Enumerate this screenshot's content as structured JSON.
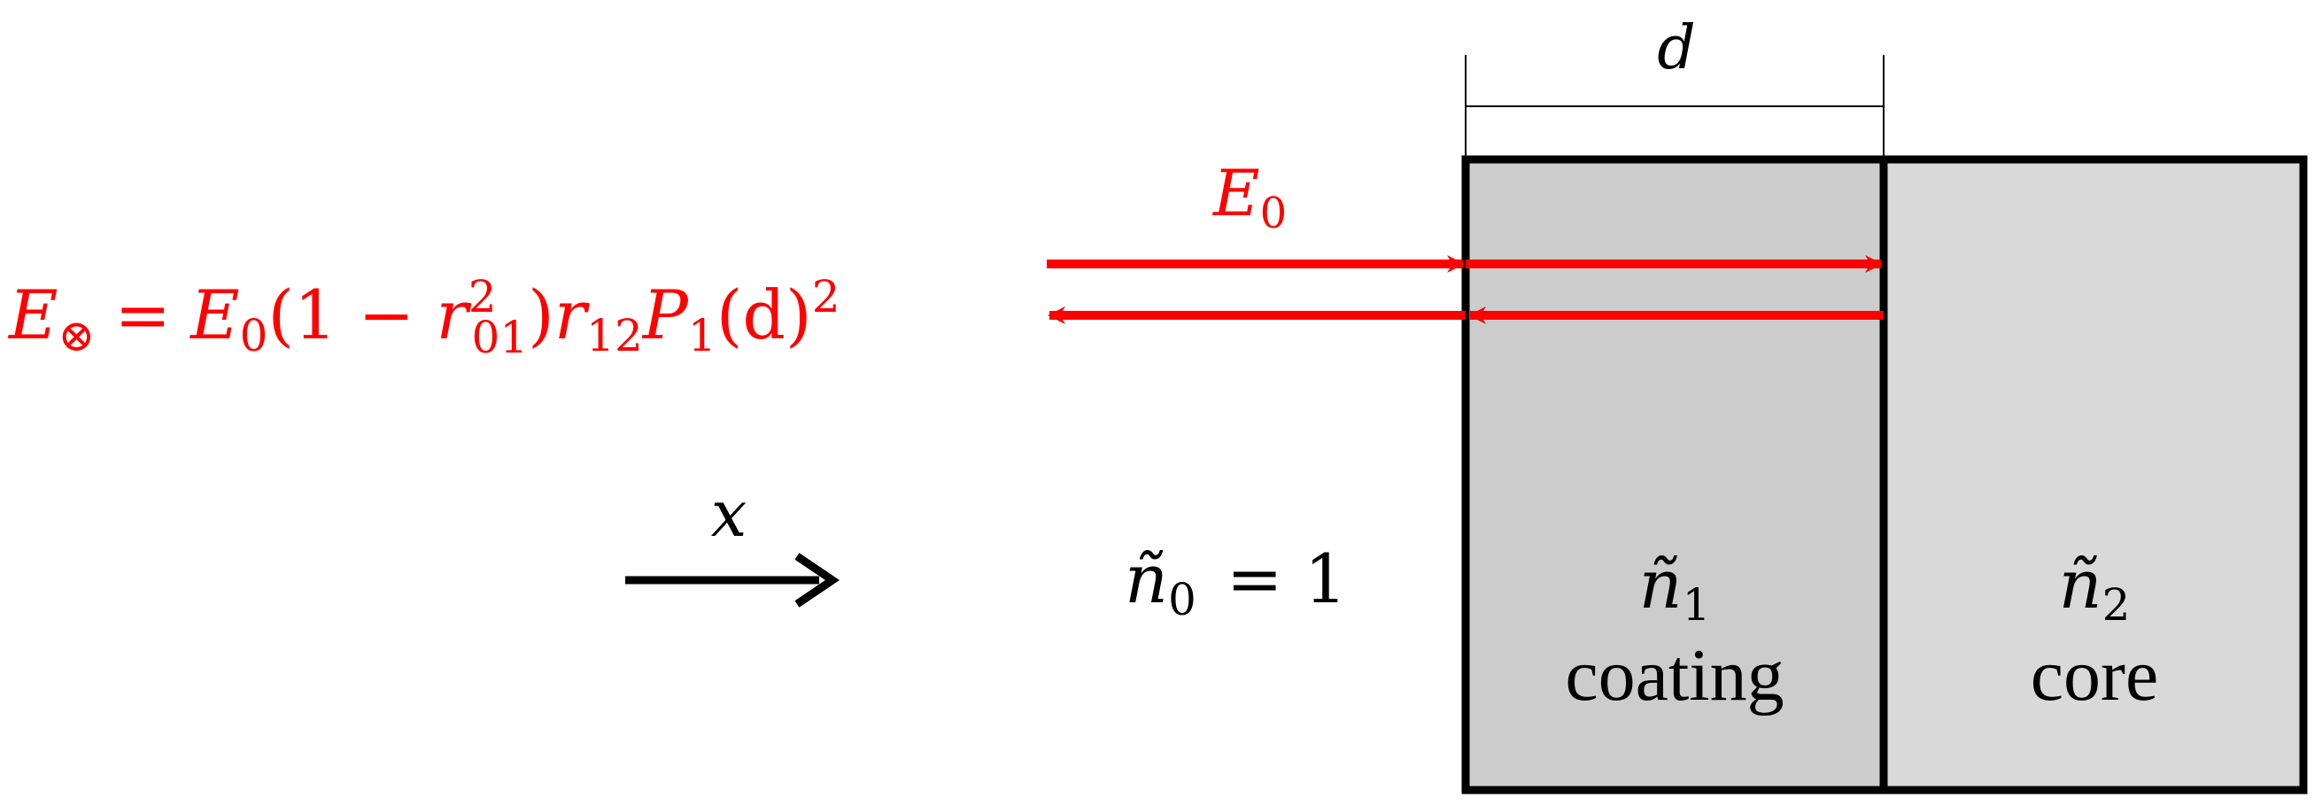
{
  "dimension_label": "d",
  "incident_label": {
    "symbol": "E",
    "subscript": "0"
  },
  "reflected_equation": {
    "lhs_symbol": "E",
    "lhs_subscript": "⊗",
    "eq": "=",
    "t1_symbol": "E",
    "t1_subscript": "0",
    "paren_open": "(1 − ",
    "r_symbol": "r",
    "r_superscript": "2",
    "r_subscript": "01",
    "paren_close": ")",
    "r12_symbol": "r",
    "r12_subscript": "12",
    "p_symbol": "P",
    "p_subscript": "1",
    "p_arg": "(d)",
    "p_superscript": "2"
  },
  "direction_label": "x",
  "ambient_medium": {
    "symbol": "ñ",
    "subscript": "0",
    "value": " = 1"
  },
  "layers": [
    {
      "index_symbol": "ñ",
      "index_subscript": "1",
      "name": "coating",
      "fill": "#cccccc"
    },
    {
      "index_symbol": "ñ",
      "index_subscript": "2",
      "name": "core",
      "fill": "#d9d9d9"
    }
  ],
  "colors": {
    "beam": "#ff0000",
    "ink": "#000000"
  }
}
